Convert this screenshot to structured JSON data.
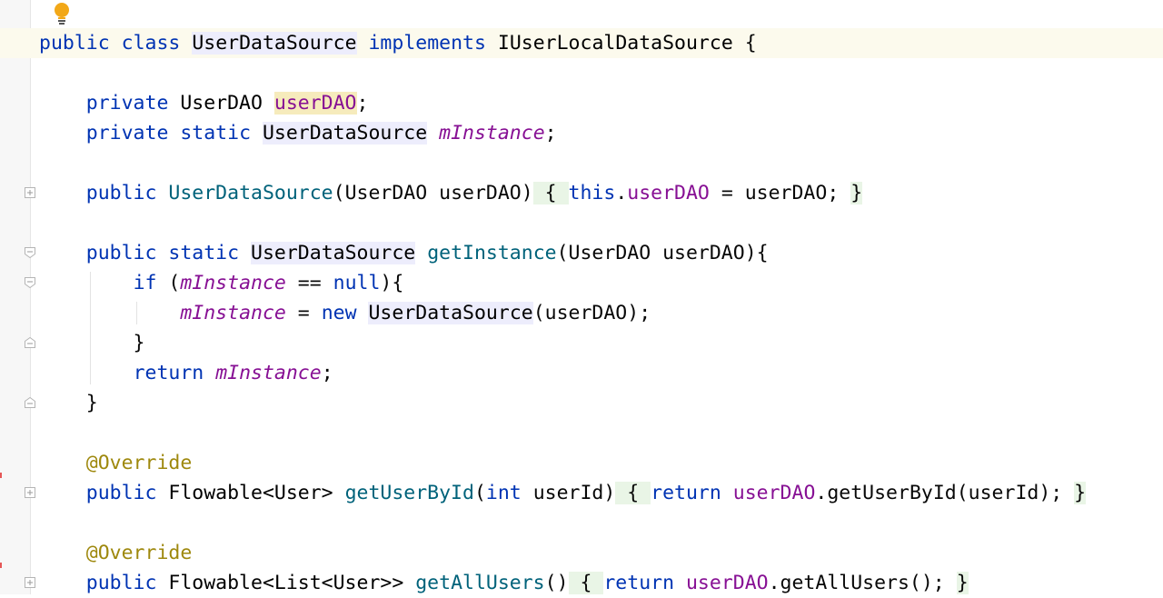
{
  "editor": {
    "language": "java",
    "lines": [
      {
        "tokens": [
          [
            "public",
            "kw"
          ],
          [
            " ",
            "punc"
          ],
          [
            "class",
            "kw"
          ],
          [
            " ",
            "punc"
          ],
          [
            "UserDataSource",
            "cls hl-usage"
          ],
          [
            " ",
            "punc"
          ],
          [
            "implements",
            "kw"
          ],
          [
            " ",
            "punc"
          ],
          [
            "IUserLocalDataSource",
            "cls"
          ],
          [
            " {",
            "punc"
          ]
        ]
      },
      {
        "tokens": []
      },
      {
        "tokens": [
          [
            "    ",
            "punc"
          ],
          [
            "private",
            "kw"
          ],
          [
            " UserDAO ",
            "cls"
          ],
          [
            "userDAO",
            "fld hl-field"
          ],
          [
            ";",
            "punc"
          ]
        ]
      },
      {
        "tokens": [
          [
            "    ",
            "punc"
          ],
          [
            "private",
            "kw"
          ],
          [
            " ",
            "punc"
          ],
          [
            "static",
            "kw"
          ],
          [
            " ",
            "punc"
          ],
          [
            "UserDataSource",
            "cls hl-usage"
          ],
          [
            " ",
            "punc"
          ],
          [
            "mInstance",
            "stat"
          ],
          [
            ";",
            "punc"
          ]
        ]
      },
      {
        "tokens": []
      },
      {
        "tokens": [
          [
            "    ",
            "punc"
          ],
          [
            "public",
            "kw"
          ],
          [
            " ",
            "punc"
          ],
          [
            "UserDataSource",
            "fn"
          ],
          [
            "(UserDAO userDAO)",
            "punc"
          ],
          [
            " { ",
            "punc fold-bg"
          ],
          [
            "this",
            "kw"
          ],
          [
            ".",
            "punc"
          ],
          [
            "userDAO",
            "fld"
          ],
          [
            " = userDAO; ",
            "punc"
          ],
          [
            "}",
            "punc fold-bg"
          ]
        ]
      },
      {
        "tokens": []
      },
      {
        "tokens": [
          [
            "    ",
            "punc"
          ],
          [
            "public",
            "kw"
          ],
          [
            " ",
            "punc"
          ],
          [
            "static",
            "kw"
          ],
          [
            " ",
            "punc"
          ],
          [
            "UserDataSource",
            "cls hl-usage"
          ],
          [
            " ",
            "punc"
          ],
          [
            "getInstance",
            "fn"
          ],
          [
            "(UserDAO userDAO){",
            "punc"
          ]
        ]
      },
      {
        "tokens": [
          [
            "        ",
            "punc"
          ],
          [
            "if",
            "kw"
          ],
          [
            " (",
            "punc"
          ],
          [
            "mInstance",
            "stat"
          ],
          [
            " == ",
            "punc"
          ],
          [
            "null",
            "kw"
          ],
          [
            "){",
            "punc"
          ]
        ]
      },
      {
        "tokens": [
          [
            "            ",
            "punc"
          ],
          [
            "mInstance",
            "stat"
          ],
          [
            " = ",
            "punc"
          ],
          [
            "new",
            "kw"
          ],
          [
            " ",
            "punc"
          ],
          [
            "UserDataSource",
            "cls hl-usage"
          ],
          [
            "(userDAO);",
            "punc"
          ]
        ]
      },
      {
        "tokens": [
          [
            "        }",
            "punc"
          ]
        ]
      },
      {
        "tokens": [
          [
            "        ",
            "punc"
          ],
          [
            "return",
            "kw"
          ],
          [
            " ",
            "punc"
          ],
          [
            "mInstance",
            "stat"
          ],
          [
            ";",
            "punc"
          ]
        ]
      },
      {
        "tokens": [
          [
            "    }",
            "punc"
          ]
        ]
      },
      {
        "tokens": []
      },
      {
        "tokens": [
          [
            "    ",
            "punc"
          ],
          [
            "@Override",
            "ann"
          ]
        ]
      },
      {
        "tokens": [
          [
            "    ",
            "punc"
          ],
          [
            "public",
            "kw"
          ],
          [
            " Flowable<User> ",
            "cls"
          ],
          [
            "getUserById",
            "fn"
          ],
          [
            "(",
            "punc"
          ],
          [
            "int",
            "kw"
          ],
          [
            " userId)",
            "punc"
          ],
          [
            " { ",
            "punc fold-bg"
          ],
          [
            "return",
            "kw"
          ],
          [
            " ",
            "punc"
          ],
          [
            "userDAO",
            "fld"
          ],
          [
            ".getUserById(userId); ",
            "punc"
          ],
          [
            "}",
            "punc fold-bg"
          ]
        ]
      },
      {
        "tokens": []
      },
      {
        "tokens": [
          [
            "    ",
            "punc"
          ],
          [
            "@Override",
            "ann"
          ]
        ]
      },
      {
        "tokens": [
          [
            "    ",
            "punc"
          ],
          [
            "public",
            "kw"
          ],
          [
            " Flowable<List<User>> ",
            "cls"
          ],
          [
            "getAllUsers",
            "fn"
          ],
          [
            "()",
            "punc"
          ],
          [
            " { ",
            "punc fold-bg"
          ],
          [
            "return",
            "kw"
          ],
          [
            " ",
            "punc"
          ],
          [
            "userDAO",
            "fld"
          ],
          [
            ".getAllUsers(); ",
            "punc"
          ],
          [
            "}",
            "punc fold-bg"
          ]
        ]
      }
    ]
  },
  "gutter": {
    "intention_icon": "lightbulb-icon",
    "fold_markers": [
      {
        "line": 5,
        "icon": "fold-collapsed-icon"
      },
      {
        "line": 7,
        "icon": "fold-start-icon"
      },
      {
        "line": 8,
        "icon": "fold-start-icon"
      },
      {
        "line": 10,
        "icon": "fold-end-icon"
      },
      {
        "line": 12,
        "icon": "fold-end-icon"
      },
      {
        "line": 15,
        "icon": "fold-collapsed-icon"
      },
      {
        "line": 18,
        "icon": "fold-collapsed-icon"
      }
    ]
  },
  "colors": {
    "keyword": "#0033b3",
    "method": "#00627a",
    "field": "#871094",
    "annotation": "#9e880d",
    "current_line": "#fcfaed"
  }
}
